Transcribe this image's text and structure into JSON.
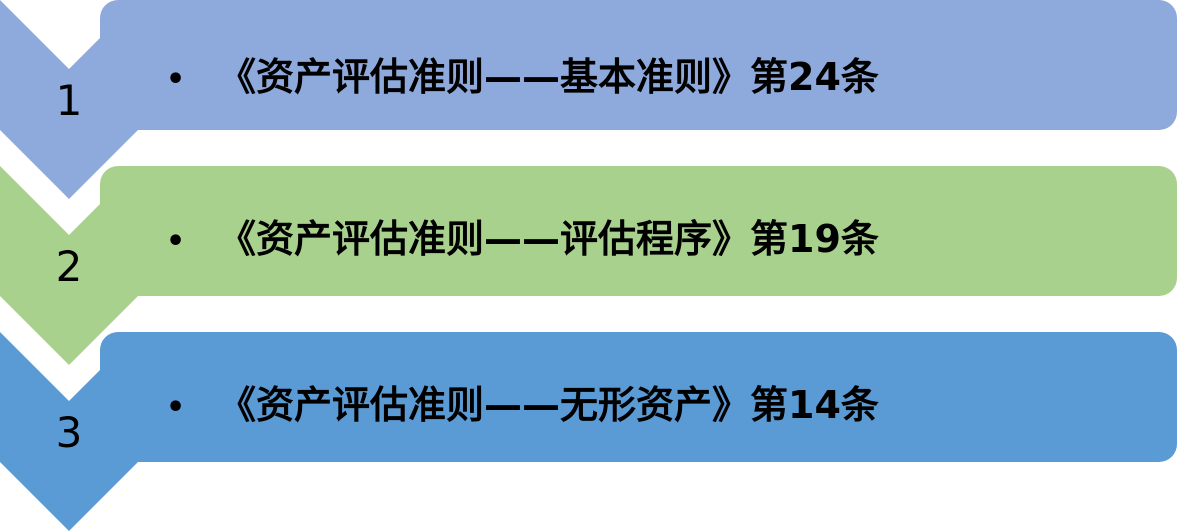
{
  "steps": [
    {
      "number": "1",
      "bullet": "•",
      "text": "《资产评估准则——基本准则》第24条",
      "panel_color": "#8EA9DB",
      "chevron_color": "#8EA9DB"
    },
    {
      "number": "2",
      "bullet": "•",
      "text": "《资产评估准则——评估程序》第19条",
      "panel_color": "#A9D18E",
      "chevron_color": "#A9D18E"
    },
    {
      "number": "3",
      "bullet": "•",
      "text": "《资产评估准则——无形资产》第14条",
      "panel_color": "#5B9BD5",
      "chevron_color": "#5B9BD5"
    }
  ]
}
